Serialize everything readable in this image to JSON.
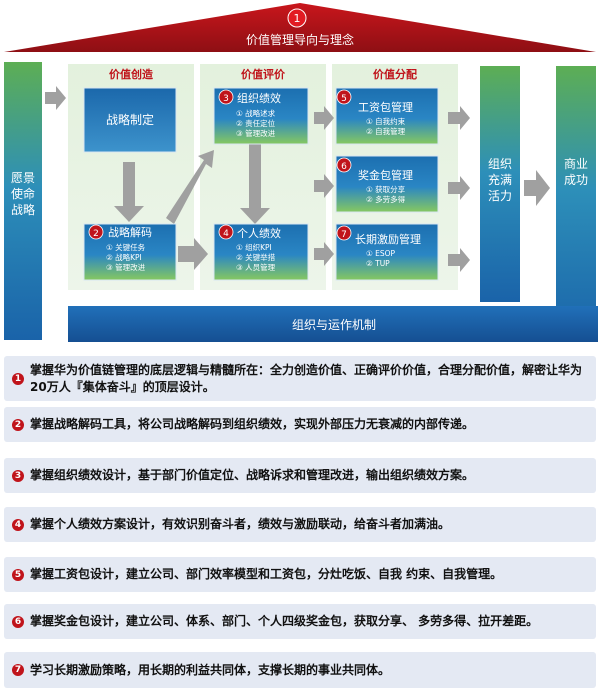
{
  "roof": {
    "number": "1",
    "title": "价值管理导向与理念"
  },
  "left_pillar": {
    "label": [
      "愿景",
      "使命",
      "战略"
    ]
  },
  "right_pillar_1": {
    "label": [
      "组织",
      "充满",
      "活力"
    ]
  },
  "right_pillar_2": {
    "label": [
      "商业",
      "成功"
    ]
  },
  "columns": [
    {
      "header": "价值创造"
    },
    {
      "header": "价值评价"
    },
    {
      "header": "价值分配"
    }
  ],
  "boxes": {
    "strategy_making": {
      "title": "战略制定"
    },
    "strategy_decode": {
      "number": "2",
      "title": "战略解码",
      "items": [
        "① 关键任务",
        "② 战略KPI",
        "③ 管理改进"
      ]
    },
    "org_perf": {
      "number": "3",
      "title": "组织绩效",
      "items": [
        "① 战略述求",
        "② 责任定位",
        "③ 管理改进"
      ]
    },
    "indiv_perf": {
      "number": "4",
      "title": "个人绩效",
      "items": [
        "① 组织KPI",
        "② 关键举措",
        "③ 人员管理"
      ]
    },
    "salary_pkg": {
      "number": "5",
      "title": "工资包管理",
      "items": [
        "① 自我约束",
        "② 自我管理"
      ]
    },
    "bonus_pkg": {
      "number": "6",
      "title": "奖金包管理",
      "items": [
        "① 获取分享",
        "② 多劳多得"
      ]
    },
    "long_term": {
      "number": "7",
      "title": "长期激励管理",
      "items": [
        "① ESOP",
        "② TUP"
      ]
    }
  },
  "base_bar": {
    "label": "组织与运作机制"
  },
  "notes": [
    {
      "num": "1",
      "text": "掌握华为价值链管理的底层逻辑与精髓所在：全力创造价值、正确评价价值，合理分配价值，解密让华为20万人『集体奋斗』的顶层设计。"
    },
    {
      "num": "2",
      "text": "掌握战略解码工具，将公司战略解码到组织绩效，实现外部压力无衰减的内部传递。"
    },
    {
      "num": "3",
      "text": "掌握组织绩效设计，基于部门价值定位、战略诉求和管理改进，输出组织绩效方案。"
    },
    {
      "num": "4",
      "text": "掌握个人绩效方案设计，有效识别奋斗者，绩效与激励联动，给奋斗者加满油。"
    },
    {
      "num": "5",
      "text": "掌握工资包设计，建立公司、部门效率模型和工资包，分灶吃饭、自我 约束、自我管理。"
    },
    {
      "num": "6",
      "text": "掌握奖金包设计，建立公司、体系、部门、个人四级奖金包，获取分享、 多劳多得、拉开差距。"
    },
    {
      "num": "7",
      "text": "学习长期激励策略，用长期的利益共同体，支撑长期的事业共同体。"
    }
  ],
  "colors": {
    "roof_dark": "#c0141b",
    "box_blue": "#1f7ab8",
    "box_green": "#7cc04a",
    "bar_blue": "#1a5ea8",
    "arrow_gray": "#9b9b9b",
    "panel": "#e6f2e0"
  }
}
